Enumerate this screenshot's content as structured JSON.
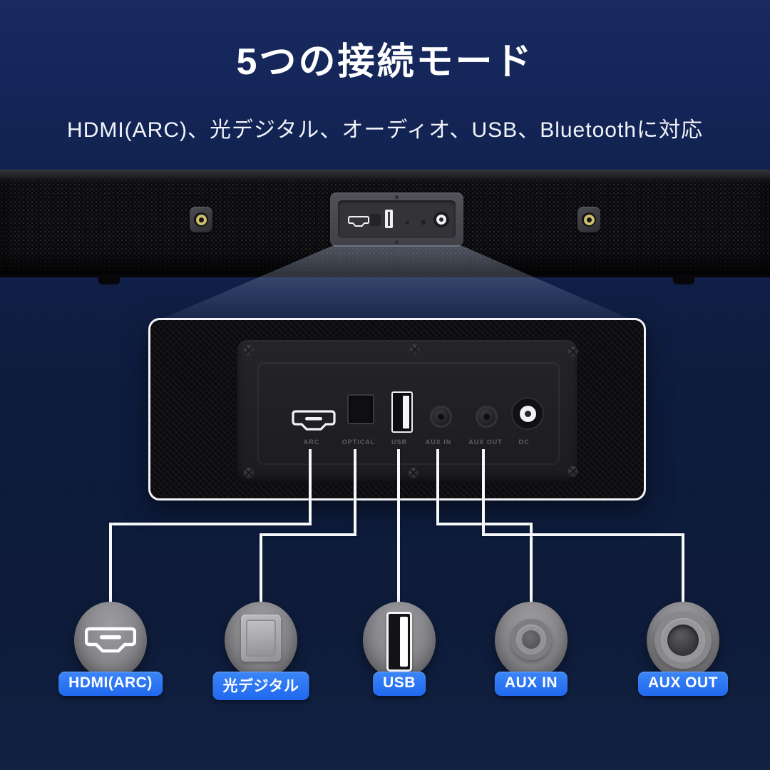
{
  "header": {
    "title": "5つの接続モード",
    "subtitle": "HDMI(ARC)、光デジタル、オーディオ、USB、Bluetoothに対応"
  },
  "rear_panel": {
    "port_labels": [
      "ARC",
      "OPTICAL",
      "USB",
      "AUX IN",
      "AUX OUT",
      "DC"
    ]
  },
  "connections": {
    "items": [
      {
        "icon": "hdmi-connector-icon",
        "label": "HDMI(ARC)"
      },
      {
        "icon": "optical-port-icon",
        "label": "光デジタル"
      },
      {
        "icon": "usb-port-icon",
        "label": "USB"
      },
      {
        "icon": "aux-in-jack-icon",
        "label": "AUX IN"
      },
      {
        "icon": "aux-out-jack-icon",
        "label": "AUX OUT"
      }
    ]
  },
  "colors": {
    "background_top": "#182a5e",
    "background_bottom": "#0e1c3a",
    "label_pill_blue": "#2a76f1",
    "callout_line": "#f7f8fa",
    "mount_ring_yellow": "#cfc06a"
  }
}
